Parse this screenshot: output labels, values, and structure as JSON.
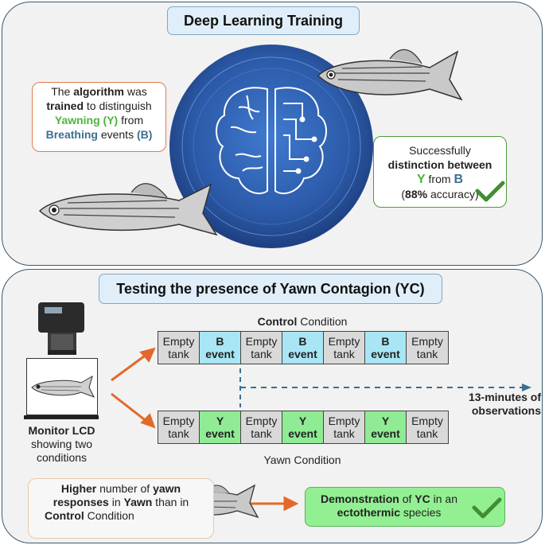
{
  "training": {
    "title": "Deep Learning Training",
    "algo": {
      "l1_a": "The ",
      "l1_b": "algorithm",
      "l1_c": " was",
      "l2_a": "trained",
      "l2_b": " to distinguish",
      "l3_a": "Yawning (Y)",
      "l3_b": " from",
      "l4_a": "Breathing",
      "l4_b": " events ",
      "l4_c": "(B)"
    },
    "success": {
      "l1": "Successfully",
      "l2": "distinction between",
      "l3_y": "Y",
      "l3_from": " from ",
      "l3_b": "B",
      "l4_a": "(",
      "l4_b": "88%",
      "l4_c": " accuracy)"
    }
  },
  "testing": {
    "title": "Testing the presence of Yawn Contagion (YC)",
    "control_label_bold": "Control",
    "control_label_rest": " Condition",
    "yawn_label": "Yawn Condition",
    "control_cells": [
      {
        "l1": "Empty",
        "l2": "tank"
      },
      {
        "l1": "B",
        "l2": "event"
      },
      {
        "l1": "Empty",
        "l2": "tank"
      },
      {
        "l1": "B",
        "l2": "event"
      },
      {
        "l1": "Empty",
        "l2": "tank"
      },
      {
        "l1": "B",
        "l2": "event"
      },
      {
        "l1": "Empty",
        "l2": "tank"
      }
    ],
    "yawn_cells": [
      {
        "l1": "Empty",
        "l2": "tank"
      },
      {
        "l1": "Y",
        "l2": "event"
      },
      {
        "l1": "Empty",
        "l2": "tank"
      },
      {
        "l1": "Y",
        "l2": "event"
      },
      {
        "l1": "Empty",
        "l2": "tank"
      },
      {
        "l1": "Y",
        "l2": "event"
      },
      {
        "l1": "Empty",
        "l2": "tank"
      }
    ],
    "observation_l1": "13-minutes of",
    "observation_l2": "observations",
    "monitor_l1": "Monitor LCD",
    "monitor_l2": "showing two",
    "monitor_l3": "conditions",
    "higher": {
      "l1_a": "Higher",
      "l1_b": " number of ",
      "l1_c": "yawn",
      "l2_a": "responses",
      "l2_b": " in ",
      "l2_c": "Yawn",
      "l2_d": " than in",
      "l3_a": "Control",
      "l3_b": " Condition"
    },
    "demo": {
      "l1_a": "Demonstration",
      "l1_b": " of ",
      "l1_c": "YC",
      "l1_d": " in an",
      "l2_a": "ectothermic",
      "l2_b": "  species"
    }
  },
  "colors": {
    "yawn_green": "#4db53b",
    "breathing_blue": "#3b6f93",
    "b_event_cyan": "#a8e6f5",
    "y_event_green": "#8fec94",
    "arrow_orange": "#e2692b",
    "check_green": "#3f8f2f",
    "brain_circle_blue": "#2c5aa8"
  },
  "icons": [
    "brain-circuit-icon",
    "zebrafish-icon",
    "camera-icon",
    "check-icon",
    "arrow-icon"
  ]
}
